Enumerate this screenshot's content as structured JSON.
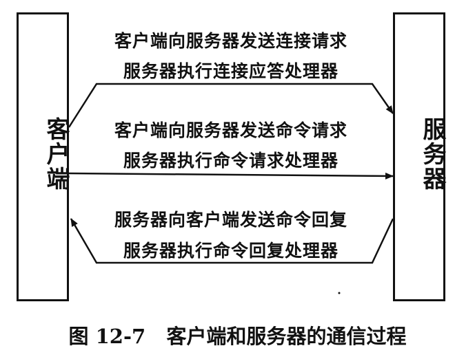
{
  "client": {
    "label": "客户端"
  },
  "server": {
    "label": "服务器"
  },
  "messages": {
    "connect_request": "客户端向服务器发送连接请求",
    "connect_handler": "服务器执行连接应答处理器",
    "command_request": "客户端向服务器发送命令请求",
    "command_handler": "服务器执行命令请求处理器",
    "command_reply": "服务器向客户端发送命令回复",
    "reply_handler": "服务器执行命令回复处理器"
  },
  "caption": "图 12-7   客户端和服务器的通信过程"
}
